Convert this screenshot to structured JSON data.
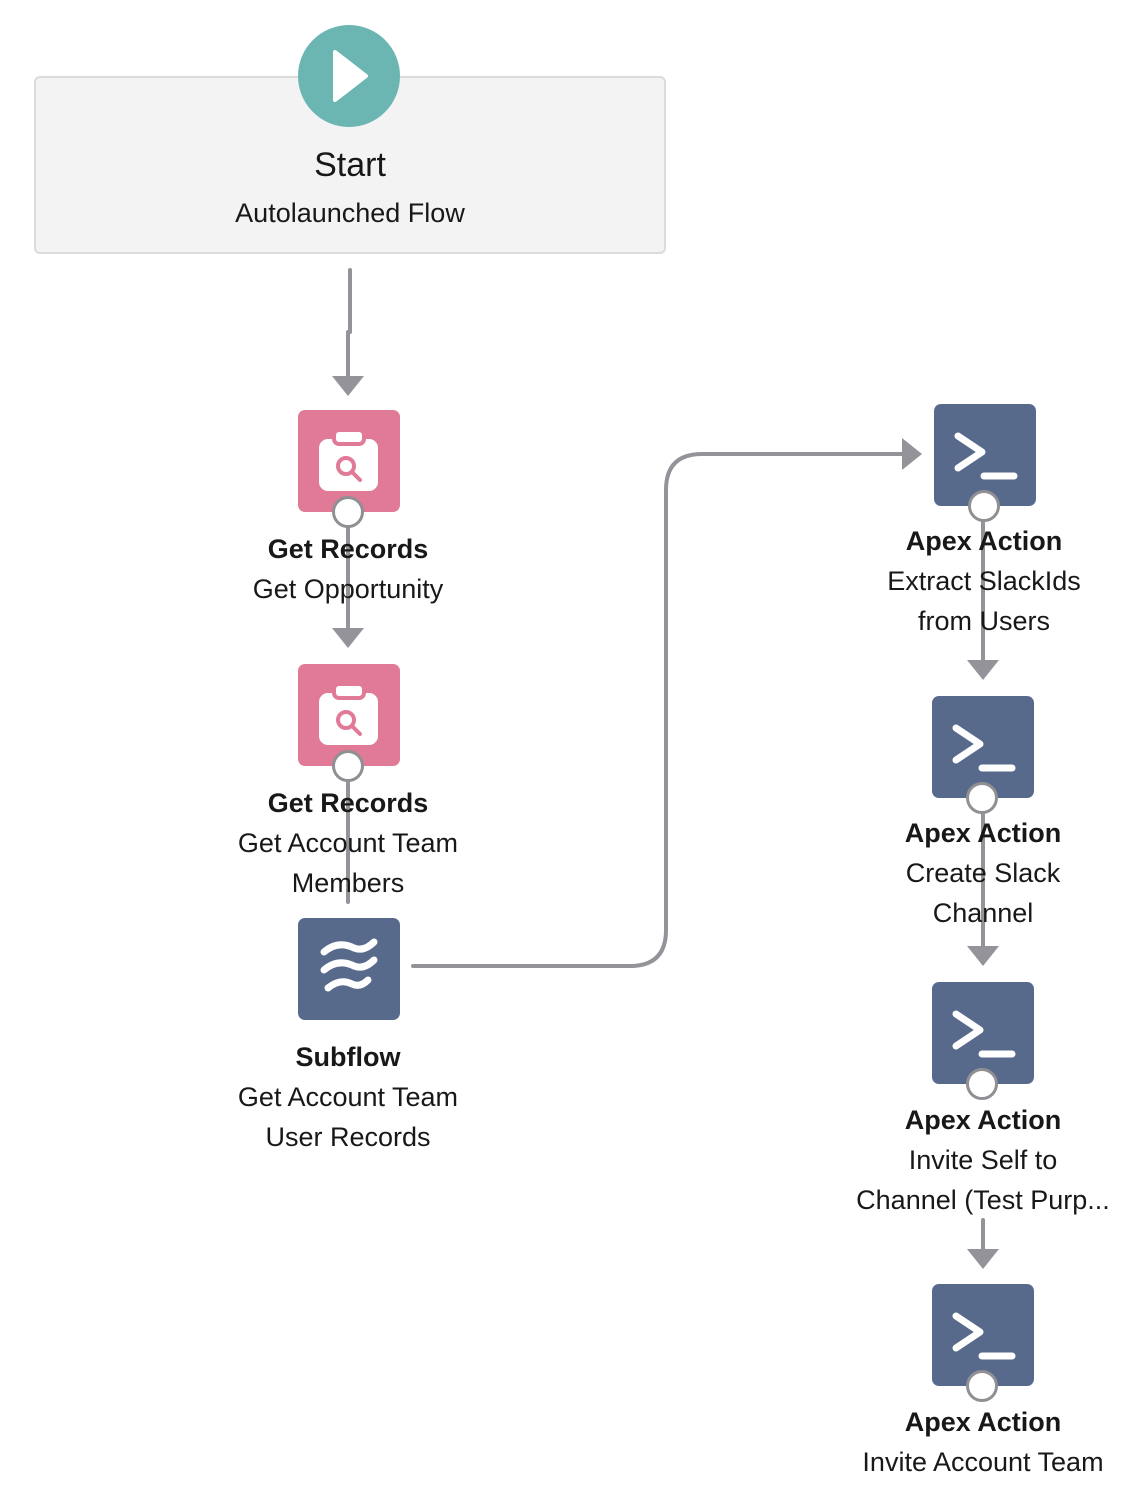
{
  "start": {
    "title": "Start",
    "subtitle": "Autolaunched Flow",
    "icon": "play-icon",
    "color": "#6bb5b3"
  },
  "colors": {
    "get_records": "#e07a96",
    "action": "#576a8c",
    "connector": "#939399"
  },
  "nodes": {
    "get_opportunity": {
      "type": "Get Records",
      "lines": [
        "Get Opportunity"
      ],
      "icon": "clipboard-search-icon"
    },
    "get_account_team_members": {
      "type": "Get Records",
      "lines": [
        "Get Account Team",
        "Members"
      ],
      "icon": "clipboard-search-icon"
    },
    "subflow": {
      "type": "Subflow",
      "lines": [
        "Get Account Team",
        "User Records"
      ],
      "icon": "subflow-icon"
    },
    "extract_slack_ids": {
      "type": "Apex Action",
      "lines": [
        "Extract SlackIds",
        "from Users"
      ],
      "icon": "terminal-icon"
    },
    "create_slack_channel": {
      "type": "Apex Action",
      "lines": [
        "Create Slack",
        "Channel"
      ],
      "icon": "terminal-icon"
    },
    "invite_self": {
      "type": "Apex Action",
      "lines": [
        "Invite Self to",
        "Channel (Test Purp..."
      ],
      "icon": "terminal-icon"
    },
    "invite_account_team": {
      "type": "Apex Action",
      "lines": [
        "Invite Account Team"
      ],
      "icon": "terminal-icon"
    }
  }
}
